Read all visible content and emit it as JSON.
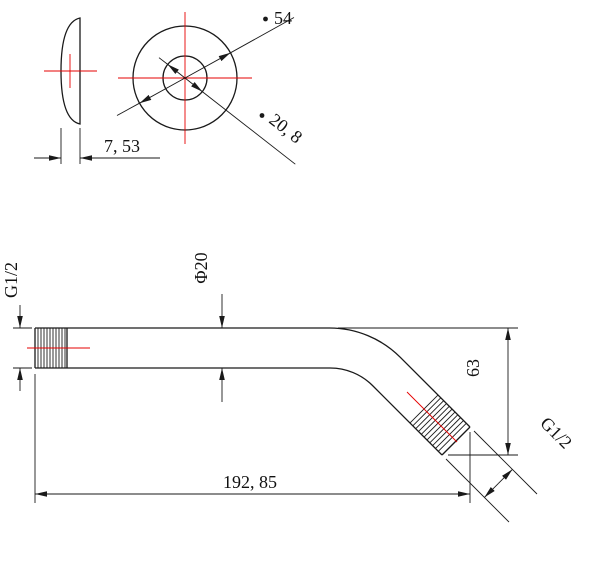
{
  "drawing": {
    "flange_side_view": {
      "thickness": "7, 53"
    },
    "flange_front_view": {
      "outer_diameter": "54",
      "inner_diameter": "20, 8"
    },
    "arm_view": {
      "wall_thread": "G1/2",
      "tube_diameter": "Φ20",
      "drop_height": "63",
      "outlet_thread": "G1/2",
      "length": "192, 85"
    },
    "colors": {
      "outline": "#1a1a1a",
      "centerline": "#e60000"
    }
  }
}
